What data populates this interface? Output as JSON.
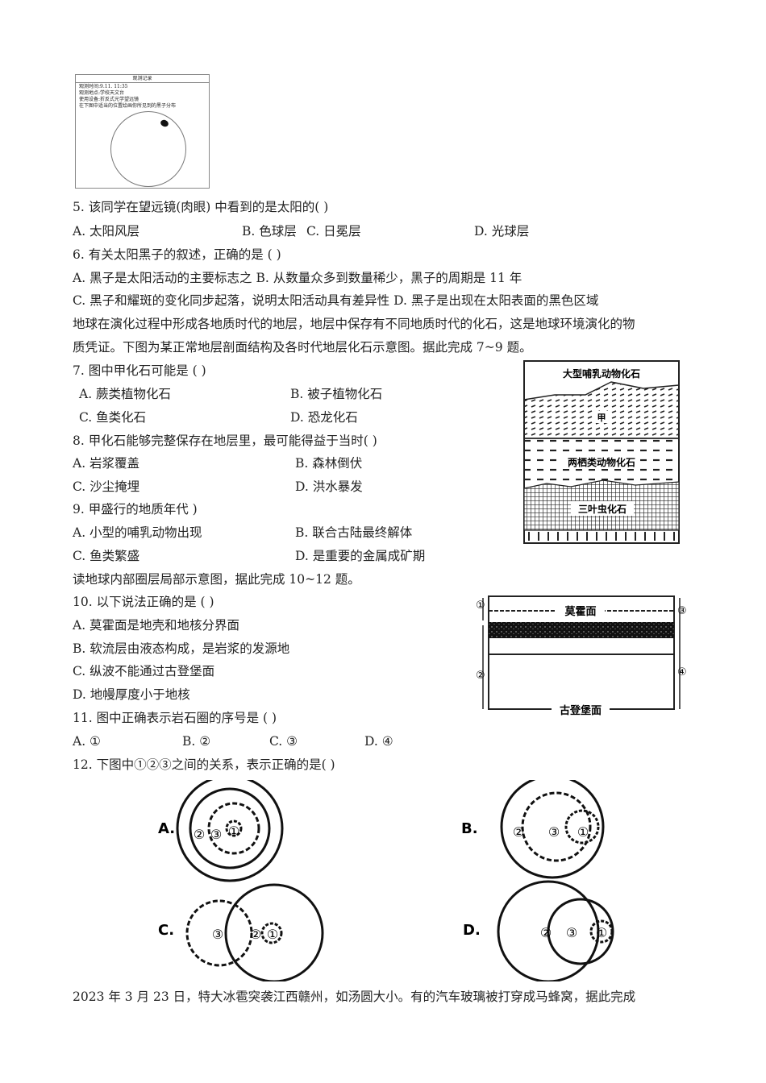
{
  "observation_record": {
    "title": "观测记录",
    "lines": [
      "观测时间:9.11. 11:35",
      "观测地点:学校天文台",
      "使用设备:折反式光学望远镜",
      "在下图中适当的位置绘画你所见到的黑子分布"
    ]
  },
  "q5": {
    "stem": "5.  该同学在望远镜(肉眼) 中看到的是太阳的( )",
    "a": "A.  太阳风层",
    "b": "B.  色球层",
    "c": "C.  日冕层",
    "d": "D.  光球层"
  },
  "q6": {
    "stem": "6.  有关太阳黑子的叙述，正确的是 ( )",
    "ab": "A.  黑子是太阳活动的主要标志之   B.  从数量众多到数量稀少，黑子的周期是 11 年",
    "cd": "C.  黑子和耀斑的变化同步起落，说明太阳活动具有差异性   D.  黑子是出现在太阳表面的黑色区域"
  },
  "intro_7_9": [
    "地球在演化过程中形成各地质时代的地层，地层中保存有不同地质时代的化石，这是地球环境演化的物",
    "质凭证。下图为某正常地层剖面结构及各时代地层化石示意图。据此完成 7~9 题。"
  ],
  "q7": {
    "stem": "7.  图中甲化石可能是 ( )",
    "a": "A.  蕨类植物化石",
    "b": "B.  被子植物化石",
    "c": "C.  鱼类化石",
    "d": "D.  恐龙化石"
  },
  "q8": {
    "stem": "8.  甲化石能够完整保存在地层里，最可能得益于当时( )",
    "a": "A.  岩浆覆盖",
    "b": "B.  森林倒伏",
    "c": "C.  沙尘掩埋",
    "d": "D.  洪水暴发"
  },
  "q9": {
    "stem": "9.  甲盛行的地质年代      )",
    "a": "A.  小型的哺乳动物出现",
    "b": "B.  联合古陆最终解体",
    "c": "C.  鱼类繁盛",
    "d": "D.  是重要的金属成矿期"
  },
  "strata_figure": {
    "top_label": "大型哺乳动物化石",
    "middle_label": "甲",
    "amphibian_label": "两栖类动物化石",
    "trilobite_label": "三叶虫化石"
  },
  "intro_10_12": "读地球内部圈层局部示意图，据此完成 10~12 题。",
  "q10": {
    "stem": "10.  以下说法正确的是 ( )",
    "a": "A.  莫霍面是地壳和地核分界面",
    "b": "B.  软流层由液态构成，是岩浆的发源地",
    "c": "C.  纵波不能通过古登堡面",
    "d": "D.  地幔厚度小于地核"
  },
  "interior_figure": {
    "moho": "莫霍面",
    "gutenberg": "古登堡面",
    "n1": "①",
    "n2": "②",
    "n3": "③",
    "n4": "④"
  },
  "q11": {
    "stem": "11.  图中正确表示岩石圈的序号是 ( )",
    "a": "A.  ①",
    "b": "B.  ②",
    "c": "C.  ③",
    "d": "D.  ④"
  },
  "q12": {
    "stem": "12.  下图中①②③之间的关系，表示正确的是( )"
  },
  "circles_figure": {
    "labels": [
      "A.",
      "B.",
      "C.",
      "D."
    ],
    "n1": "①",
    "n2": "②",
    "n3": "③"
  },
  "final_line": "2023 年 3 月 23 日，特大冰雹突袭江西赣州，如汤圆大小。有的汽车玻璃被打穿成马蜂窝，据此完成"
}
